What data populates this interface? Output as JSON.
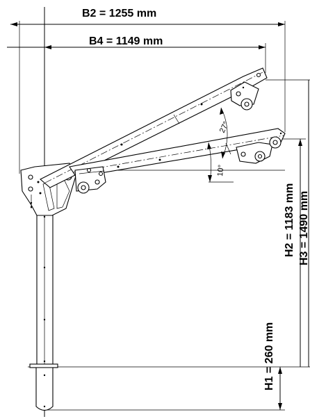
{
  "dimensions": {
    "b2": "B2 = 1255 mm",
    "b4": "B4 = 1149 mm",
    "h1": "H1 = 260 mm",
    "h2": "H2 = 1183 mm",
    "h3": "H3 = 1490 mm"
  },
  "angles": {
    "upper": "27°",
    "lower": "10°"
  },
  "colors": {
    "line": "#000000",
    "background": "#ffffff"
  }
}
